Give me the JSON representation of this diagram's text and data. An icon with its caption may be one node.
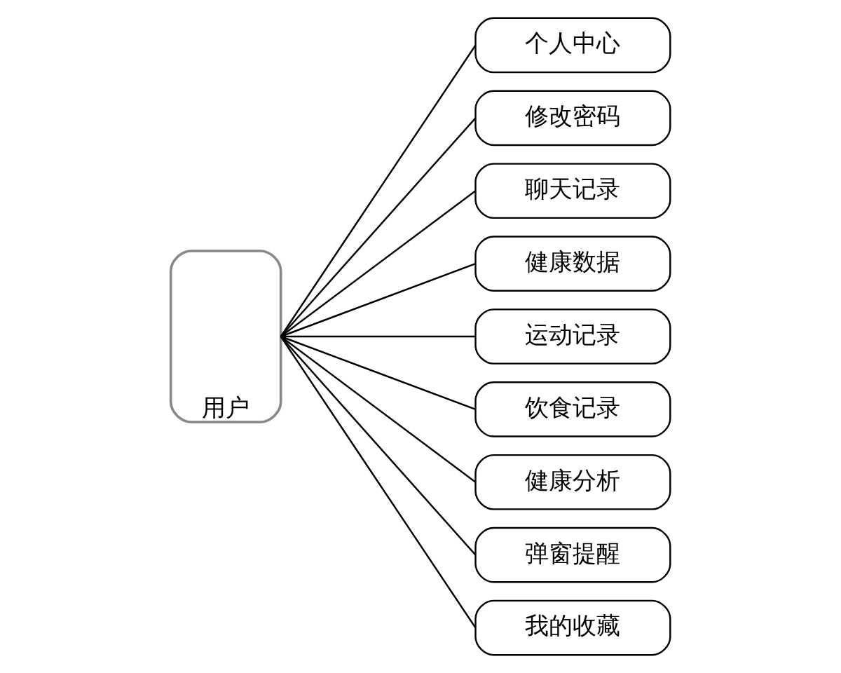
{
  "diagram": {
    "nodes": [
      {
        "text": [
          "用户"
        ]
      },
      {
        "text": [
          "个人中心"
        ]
      },
      {
        "text": [
          "修改密码"
        ]
      },
      {
        "text": [
          "聊天记录"
        ]
      },
      {
        "text": [
          "健康数据"
        ]
      },
      {
        "text": [
          "运动记录"
        ]
      },
      {
        "text": [
          "饮食记录"
        ]
      },
      {
        "text": [
          "健康分析"
        ]
      },
      {
        "text": [
          "弹窗提醒"
        ]
      },
      {
        "text": [
          "我的收藏"
        ]
      }
    ],
    "edges": [
      {
        "from": 0,
        "to": 1,
        "arrow": "none"
      },
      {
        "from": 0,
        "to": 2,
        "arrow": "none"
      },
      {
        "from": 0,
        "to": 3,
        "arrow": "none"
      },
      {
        "from": 0,
        "to": 4,
        "arrow": "none"
      },
      {
        "from": 0,
        "to": 5,
        "arrow": "none"
      },
      {
        "from": 0,
        "to": 6,
        "arrow": "none"
      },
      {
        "from": 0,
        "to": 7,
        "arrow": "none"
      },
      {
        "from": 0,
        "to": 8,
        "arrow": "none"
      },
      {
        "from": 0,
        "to": 9,
        "arrow": "none"
      }
    ]
  }
}
